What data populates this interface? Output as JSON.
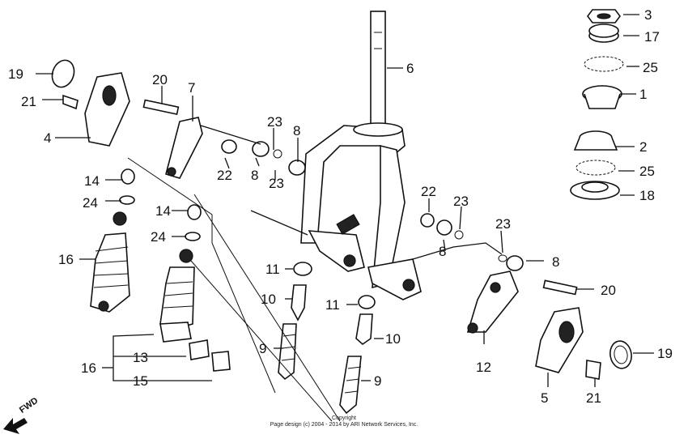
{
  "diagram": {
    "fwd_label": "FWD",
    "copyright_line1": "Copyright",
    "copyright_line2": "Page design (c) 2004 - 2014 by ARI Network Services, Inc.",
    "callouts": [
      "19",
      "21",
      "4",
      "20",
      "7",
      "23",
      "8",
      "22",
      "8",
      "23",
      "14",
      "24",
      "14",
      "24",
      "16",
      "6",
      "3",
      "17",
      "25",
      "1",
      "2",
      "25",
      "18",
      "22",
      "23",
      "8",
      "23",
      "8",
      "20",
      "11",
      "10",
      "11",
      "10",
      "9",
      "9",
      "12",
      "13",
      "15",
      "16",
      "5",
      "21",
      "19"
    ]
  }
}
